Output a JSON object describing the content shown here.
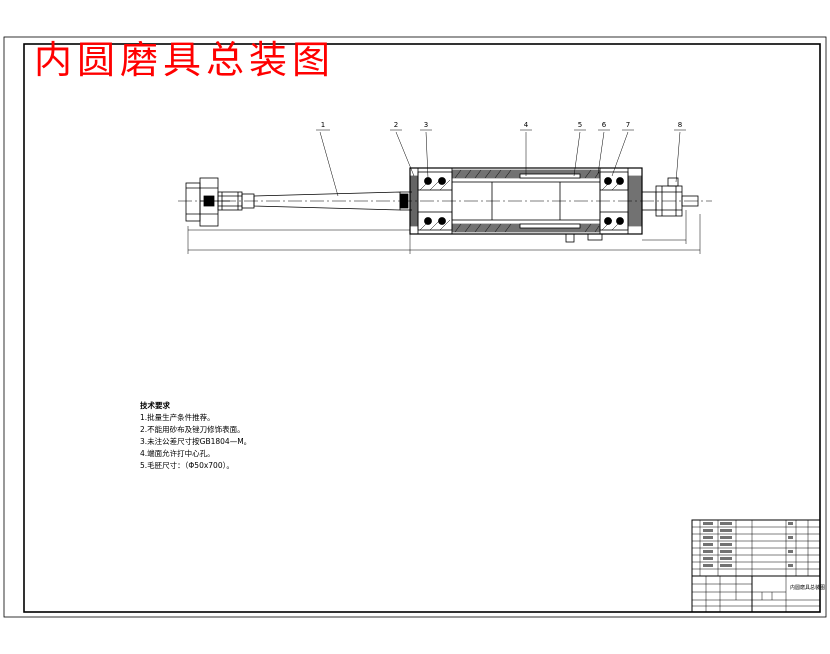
{
  "drawing": {
    "title": "内圆磨具总装图",
    "balloons": [
      "1",
      "2",
      "3",
      "4",
      "5",
      "6",
      "7",
      "8"
    ],
    "technical_requirements": {
      "heading": "技术要求",
      "items": [
        "1.批量生产条件推荐。",
        "2.不能用砂布及锉刀修饰表面。",
        "3.未注公差尺寸按GB1804—M。",
        "4.端面允许打中心孔。",
        "5.毛胚尺寸：（Φ50x700）。"
      ]
    },
    "title_block": {
      "drawing_name": "内圆磨具总装图"
    },
    "colors": {
      "title": "#ff0000",
      "lines": "#000000",
      "background": "#ffffff"
    }
  }
}
